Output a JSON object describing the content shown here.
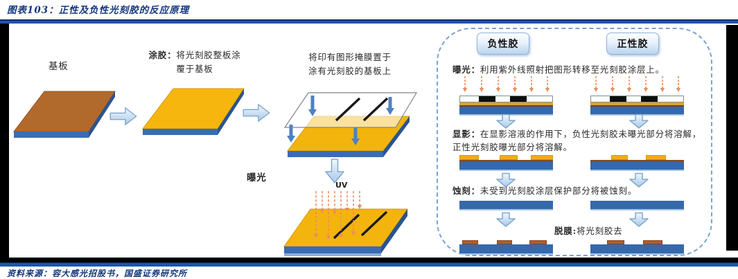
{
  "figure": {
    "title": "图表103：正性及负性光刻胶的反应原理",
    "source": "资料来源：容大感光招股书，国盛证券研究所"
  },
  "left_flow": {
    "substrate_label": "基板",
    "coat": {
      "bold": "涂胶：",
      "line1": "将光刻胶整板涂",
      "line2": "覆于基板"
    },
    "mask": {
      "line1": "将印有图形掩膜置于",
      "line2": "涂有光刻胶的基板上"
    },
    "expose_label": "曝光",
    "uv_label": "UV"
  },
  "panel": {
    "negative_label": "负性胶",
    "positive_label": "正性胶",
    "steps": [
      {
        "name": "曝光：",
        "desc": "利用紫外线照射把图形转移至光刻胶涂层上。"
      },
      {
        "name": "显影：",
        "desc": "在显影溶液的作用下，负性光刻胶未曝光部分将溶解，正性光刻胶曝光部分将溶解。"
      },
      {
        "name": "蚀刻：",
        "desc": "未受到光刻胶涂层保护部分将被蚀刻。"
      },
      {
        "name": "脱膜:",
        "desc": "将光刻胶去"
      }
    ]
  },
  "colors": {
    "heading_navy": "#14377d",
    "rule_blue": "#1956ae",
    "substrate_brown": "#b2692c",
    "resist_yellow": "#f5b40e",
    "slab_edge_blue": "#3a6cb4",
    "bar_blue": "#3668ac",
    "uv_arrow_orange": "#ec8c5c",
    "mask_black": "#0d0d0d",
    "etched_orange": "#b85c1e",
    "panel_dash_blue": "#7ba2d4"
  }
}
